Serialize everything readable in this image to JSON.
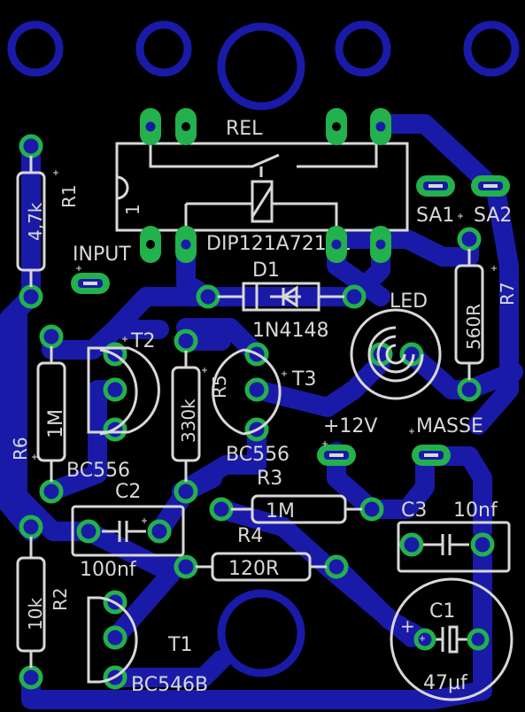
{
  "board": {
    "relay": {
      "name": "REL",
      "part": "DIP121A7212L",
      "pin1": "1"
    },
    "resistors": [
      {
        "ref": "R1",
        "value": "4,7k"
      },
      {
        "ref": "R2",
        "value": "10k"
      },
      {
        "ref": "R3",
        "value": "1M"
      },
      {
        "ref": "R4",
        "value": "120R"
      },
      {
        "ref": "R5",
        "value": "330k"
      },
      {
        "ref": "R6",
        "value": "1M"
      },
      {
        "ref": "R7",
        "value": "560R"
      }
    ],
    "transistors": [
      {
        "ref": "T1",
        "value": "BC546B"
      },
      {
        "ref": "T2",
        "value": "BC556"
      },
      {
        "ref": "T3",
        "value": "BC556"
      }
    ],
    "capacitors": [
      {
        "ref": "C1",
        "value": "47µf",
        "polarity": "+"
      },
      {
        "ref": "C2",
        "value": "100nf"
      },
      {
        "ref": "C3",
        "value": "10nf"
      }
    ],
    "diode": {
      "ref": "D1",
      "value": "1N4148"
    },
    "led": {
      "ref": "LED"
    },
    "connectors": {
      "input": "INPUT",
      "vcc": "+12V",
      "gnd": "MASSE",
      "sa1": "SA1",
      "sa2": "SA2"
    },
    "colors": {
      "trace": "#1a1aa8",
      "pad": "#22b14c",
      "silk": "#d8d8d8",
      "background": "#000000"
    }
  }
}
